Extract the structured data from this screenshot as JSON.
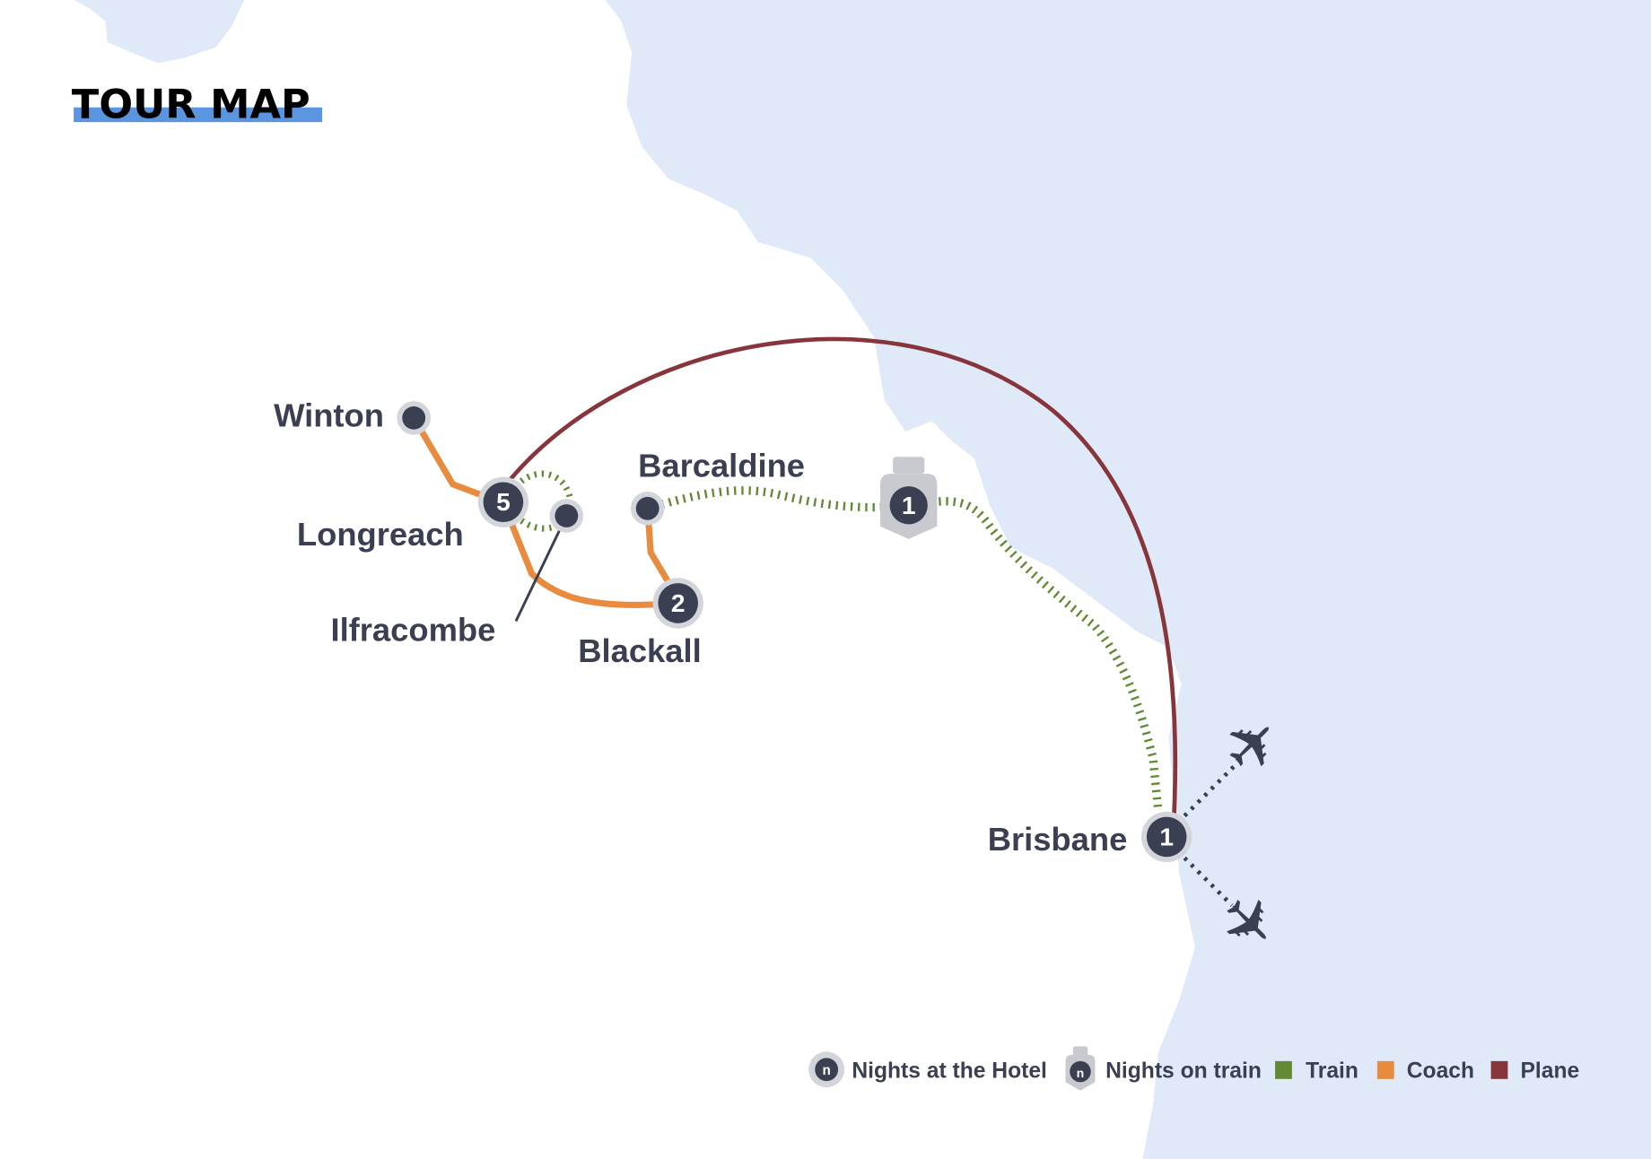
{
  "title": "TOUR MAP",
  "colors": {
    "sea": "#dfe9f8",
    "train": "#628a33",
    "coach": "#e88b3e",
    "plane": "#87343b",
    "marker": "#3a3f52",
    "marker_ring": "#d4d5da",
    "title_bar": "#5b95e0"
  },
  "places": {
    "winton": {
      "label": "Winton"
    },
    "longreach": {
      "label": "Longreach",
      "nights": "5"
    },
    "ilfracombe": {
      "label": "Ilfracombe"
    },
    "barcaldine": {
      "label": "Barcaldine"
    },
    "blackall": {
      "label": "Blackall",
      "nights": "2"
    },
    "brisbane": {
      "label": "Brisbane",
      "nights": "1"
    },
    "train_stop": {
      "nights": "1"
    }
  },
  "legend": {
    "hotel": {
      "icon_text": "n",
      "label": "Nights at the Hotel"
    },
    "train_nights": {
      "icon_text": "n",
      "label": "Nights on train"
    },
    "train": "Train",
    "coach": "Coach",
    "plane": "Plane"
  }
}
